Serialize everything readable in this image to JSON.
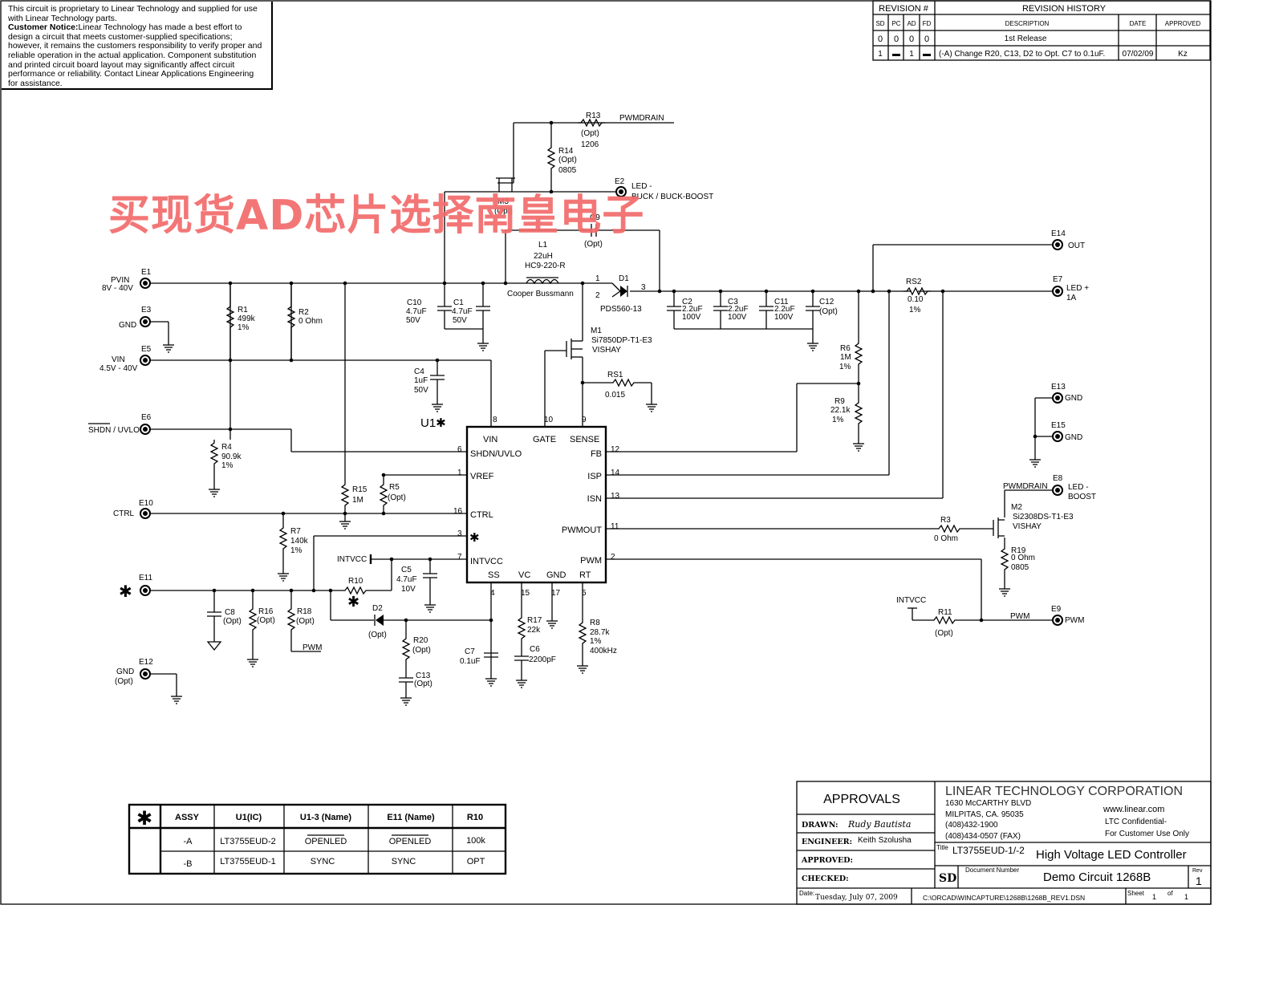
{
  "notice": {
    "line1": "This circuit is proprietary to Linear Technology and supplied for use with Linear Technology parts.",
    "bold": "Customer Notice:",
    "line2": "Linear Technology has made a best effort to design a circuit that meets customer-supplied specifications; however, it remains the customers responsibility to verify proper and reliable operation in the actual application. Component substitution and printed circuit board layout may significantly affect circuit performance or reliability. Contact Linear Applications Engineering for assistance."
  },
  "watermark": "买现货AD芯片选择南皇电子",
  "revision": {
    "rev_label": "REVISION #",
    "history_label": "REVISION HISTORY",
    "cols": [
      "SD",
      "PC",
      "AD",
      "FD",
      "DESCRIPTION",
      "DATE",
      "APPROVED"
    ],
    "rows": [
      [
        "0",
        "0",
        "0",
        "0",
        "1st Release",
        "",
        ""
      ],
      [
        "1",
        "▬",
        "1",
        "▬",
        "(-A) Change R20, C13, D2 to Opt. C7 to 0.1uF.",
        "07/02/09",
        "Kz"
      ]
    ]
  },
  "terminals": {
    "e1": {
      "ref": "E1",
      "l1": "PVIN",
      "l2": "8V - 40V"
    },
    "e3": {
      "ref": "E3",
      "l1": "GND"
    },
    "e5": {
      "ref": "E5",
      "l1": "VIN",
      "l2": "4.5V - 40V"
    },
    "e6": {
      "ref": "E6",
      "l1": "SHDN / UVLO",
      "l1_bar": "SHDN"
    },
    "e10": {
      "ref": "E10",
      "l1": "CTRL"
    },
    "e11": {
      "ref": "E11",
      "l1": "✱"
    },
    "e12": {
      "ref": "E12",
      "l1": "GND",
      "l2": "(Opt)"
    },
    "e2": {
      "ref": "E2",
      "l1": "LED -",
      "l2": "BUCK / BUCK-BOOST"
    },
    "e14": {
      "ref": "E14",
      "l1": "OUT"
    },
    "e7": {
      "ref": "E7",
      "l1": "LED +",
      "l2": "1A"
    },
    "e13": {
      "ref": "E13",
      "l1": "GND"
    },
    "e15": {
      "ref": "E15",
      "l1": "GND"
    },
    "e8": {
      "ref": "E8",
      "l1": "LED -",
      "l2": "BOOST"
    },
    "e9": {
      "ref": "E9",
      "l1": "PWM"
    }
  },
  "components": {
    "r1": [
      "R1",
      "499k",
      "1%"
    ],
    "r2": [
      "R2",
      "0 Ohm"
    ],
    "r4": [
      "R4",
      "90.9k",
      "1%"
    ],
    "r15": [
      "R15",
      "1M"
    ],
    "r5": [
      "R5",
      "(Opt)"
    ],
    "r7": [
      "R7",
      "140k",
      "1%"
    ],
    "r10": [
      "R10",
      "✱"
    ],
    "r16": [
      "R16",
      "(Opt)"
    ],
    "r18": [
      "R18",
      "(Opt)"
    ],
    "r20": [
      "R20",
      "(Opt)"
    ],
    "r17": [
      "R17",
      "22k"
    ],
    "r8": [
      "R8",
      "28.7k",
      "1%",
      "400kHz"
    ],
    "r13": [
      "R13",
      "(Opt)",
      "1206"
    ],
    "r14": [
      "R14",
      "(Opt)",
      "0805"
    ],
    "r6": [
      "R6",
      "1M",
      "1%"
    ],
    "r9": [
      "R9",
      "22.1k",
      "1%"
    ],
    "rs1": [
      "RS1",
      "0.015"
    ],
    "rs2": [
      "RS2",
      "0.10",
      "1%"
    ],
    "r3": [
      "R3",
      "0 Ohm"
    ],
    "r19": [
      "R19",
      "0 Ohm",
      "0805"
    ],
    "r11": [
      "R11",
      "(Opt)"
    ],
    "c10": [
      "C10",
      "4.7uF",
      "50V"
    ],
    "c1": [
      "C1",
      "4.7uF",
      "50V"
    ],
    "c4": [
      "C4",
      "1uF",
      "50V"
    ],
    "c5": [
      "C5",
      "4.7uF",
      "10V"
    ],
    "c8": [
      "C8",
      "(Opt)"
    ],
    "c7": [
      "C7",
      "0.1uF"
    ],
    "c6": [
      "C6",
      "2200pF"
    ],
    "c13": [
      "C13",
      "(Opt)"
    ],
    "c9": [
      "C9",
      "(Opt)"
    ],
    "c2": [
      "C2",
      "2.2uF",
      "100V"
    ],
    "c3": [
      "C3",
      "2.2uF",
      "100V"
    ],
    "c11": [
      "C11",
      "2.2uF",
      "100V"
    ],
    "c12": [
      "C12",
      "(Opt)"
    ],
    "l1": [
      "L1",
      "22uH",
      "HC9-220-R",
      "Cooper Bussmann"
    ],
    "d1": [
      "D1",
      "PDS560-13"
    ],
    "d2": [
      "D2",
      "(Opt)"
    ],
    "m1": [
      "M1",
      "Si7850DP-T1-E3",
      "VISHAY"
    ],
    "m2": [
      "M2",
      "Si2308DS-T1-E3",
      "VISHAY"
    ],
    "m3": [
      "M3",
      "(Opt)"
    ]
  },
  "net_labels": {
    "pwmdrain": "PWMDRAIN",
    "pwm": "PWM",
    "intvcc": "INTVCC"
  },
  "ic": {
    "ref": "U1✱",
    "pins_top": [
      "VIN",
      "GATE",
      "SENSE"
    ],
    "pins_left": [
      "SHDN/UVLO",
      "VREF",
      "CTRL",
      "✱",
      "INTVCC"
    ],
    "pins_right": [
      "FB",
      "ISP",
      "ISN",
      "PWMOUT",
      "PWM"
    ],
    "pins_bottom": [
      "SS",
      "VC",
      "GND",
      "RT"
    ],
    "pin_numbers": [
      "8",
      "10",
      "9",
      "6",
      "1",
      "16",
      "3",
      "7",
      "12",
      "14",
      "13",
      "11",
      "2",
      "4",
      "15",
      "17",
      "5"
    ]
  },
  "assy_table": {
    "star": "✱",
    "headers": [
      "ASSY",
      "U1(IC)",
      "U1-3 (Name)",
      "E11 (Name)",
      "R10"
    ],
    "rows": [
      [
        "-A",
        "LT3755EUD-2",
        "OPENLED",
        "OPENLED",
        "100k"
      ],
      [
        "-B",
        "LT3755EUD-1",
        "SYNC",
        "SYNC",
        "OPT"
      ]
    ]
  },
  "title_block": {
    "approvals": "APPROVALS",
    "drawn_label": "DRAWN:",
    "drawn_value": "Rudy Bautista",
    "engineer_label": "ENGINEER:",
    "engineer_value": "Keith Szolusha",
    "approved_label": "APPROVED:",
    "checked_label": "CHECKED:",
    "company": "LINEAR TECHNOLOGY CORPORATION",
    "addr1": "1630 McCARTHY BLVD",
    "addr2": "MILPITAS, CA. 95035",
    "phone": "(408)432-1900",
    "fax": "(408)434-0507 (FAX)",
    "web": "www.linear.com",
    "confidential1": "LTC Confidential-",
    "confidential2": "For Customer Use Only",
    "title_label": "Title",
    "part": "LT3755EUD-1/-2",
    "title": "High Voltage LED Controller",
    "size": "SD",
    "docnum_label": "Document Number",
    "docnum": "Demo Circuit 1268B",
    "rev_label": "Rev",
    "rev": "1",
    "date_label": "Date:",
    "date": "Tuesday, July 07, 2009",
    "path": "C:\\ORCAD\\WINCAPTURE\\1268B\\1268B_REV1.DSN",
    "sheet_label": "Sheet",
    "sheet": "1",
    "of_label": "of",
    "of": "1"
  }
}
